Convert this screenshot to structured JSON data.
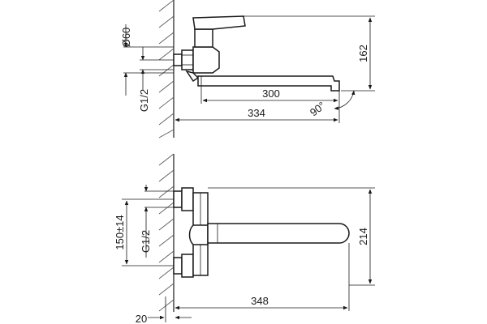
{
  "diagram": {
    "top_view": {
      "dim_height": "162",
      "dim_spout_reach": "300",
      "dim_total_reach": "334",
      "dim_diameter": "Ø60",
      "dim_thread": "G1/2",
      "dim_rotation": "90°"
    },
    "front_view": {
      "dim_center_distance": "150±14",
      "dim_thread": "G1/2",
      "dim_height": "214",
      "dim_total_reach": "348",
      "dim_wall_offset": "20"
    }
  }
}
